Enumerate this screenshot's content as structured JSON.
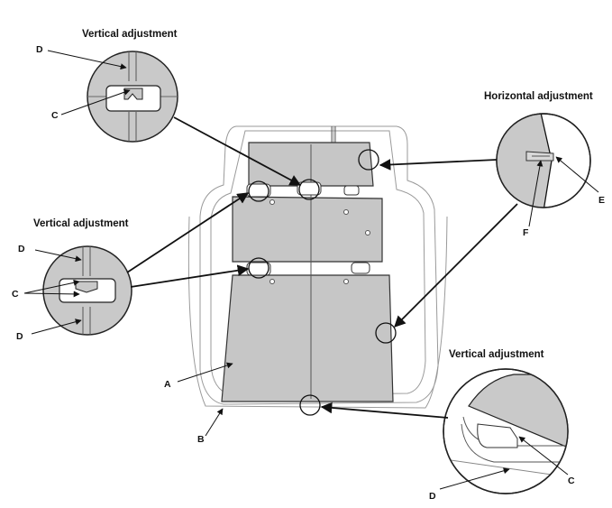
{
  "titles": {
    "vertical_top_left": "Vertical adjustment",
    "vertical_mid_left": "Vertical adjustment",
    "horizontal_right": "Horizontal adjustment",
    "vertical_bottom_right": "Vertical adjustment"
  },
  "labels": {
    "a": "A",
    "b": "B",
    "c_top": "C",
    "d_top": "D",
    "c_mid": "C",
    "d_mid_top": "D",
    "d_mid_bottom": "D",
    "e": "E",
    "f": "F",
    "c_bottom": "C",
    "d_bottom": "D"
  }
}
